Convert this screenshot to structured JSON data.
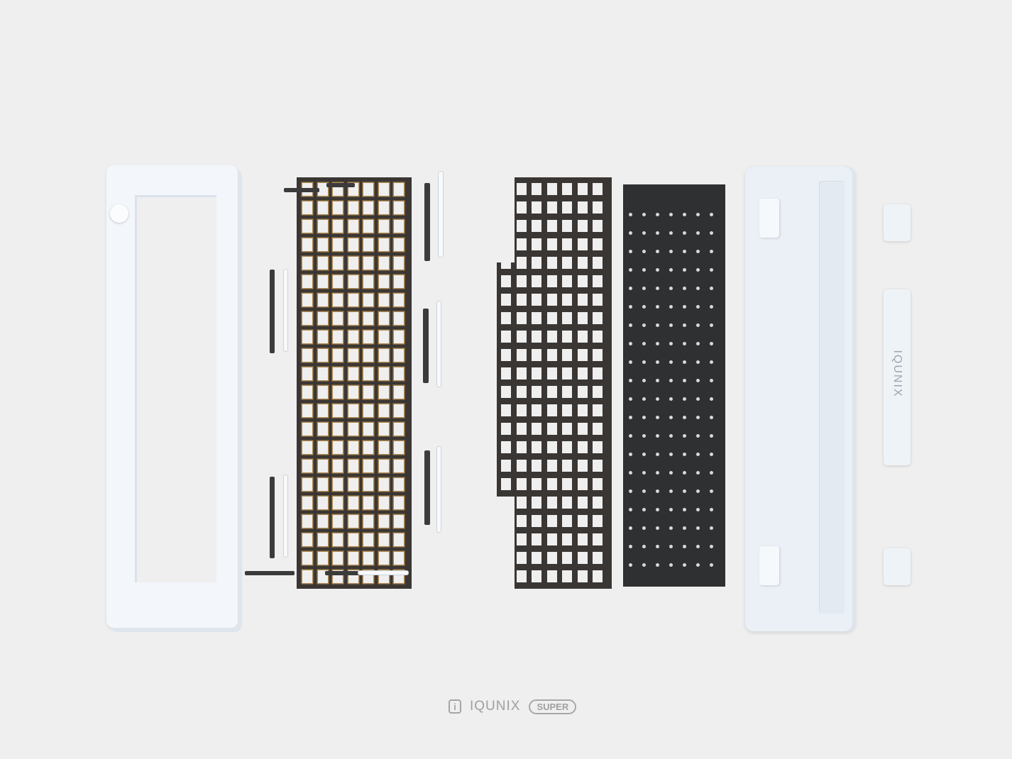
{
  "scene": {
    "components": [
      "case-frame",
      "brass-plate",
      "aluminum-plate",
      "pcb",
      "bottom-case",
      "weight"
    ],
    "colors": {
      "background": "#efefef",
      "case": "#f3f6fa",
      "plate": "#3a3633",
      "brass": "#b08a52",
      "pcb": "#2f3031"
    }
  },
  "weight": {
    "logo_text": "IQUNIX"
  },
  "footer": {
    "logo_icon": "i",
    "brand": "IQUNIX",
    "badge": "SUPER"
  }
}
